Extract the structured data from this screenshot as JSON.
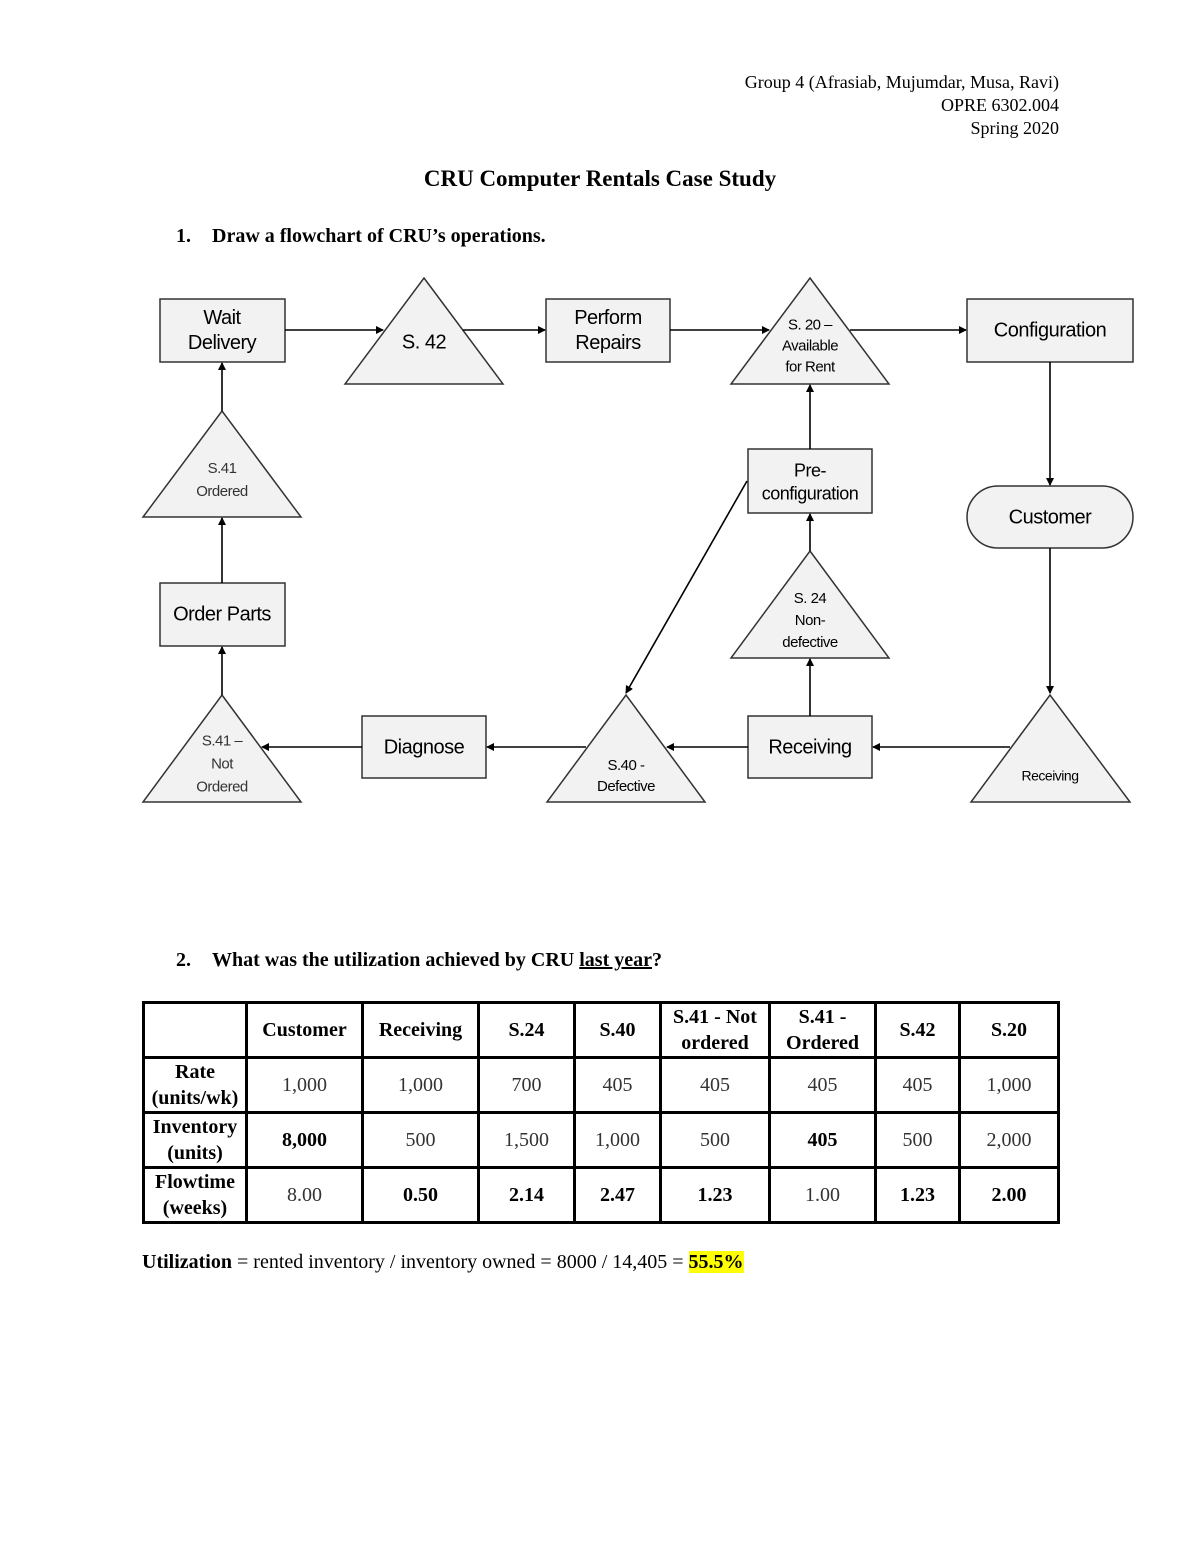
{
  "header": {
    "group": "Group 4 (Afrasiab, Mujumdar, Musa, Ravi)",
    "course": "OPRE 6302.004",
    "term": "Spring 2020"
  },
  "title": "CRU Computer Rentals Case Study",
  "question1": {
    "number": "1.",
    "text": "Draw a flowchart of CRU’s operations."
  },
  "flowchart": {
    "wait_delivery": [
      "Wait",
      "Delivery"
    ],
    "s42": "S. 42",
    "perform_repairs": [
      "Perform",
      "Repairs"
    ],
    "s20": [
      "S. 20 –",
      "Available",
      "for Rent"
    ],
    "configuration": "Configuration",
    "customer": "Customer",
    "receiving_buffer": "Receiving",
    "receiving": "Receiving",
    "s40": [
      "S.40 -",
      "Defective"
    ],
    "diagnose": "Diagnose",
    "s41_not_ordered": [
      "S.41 –",
      "Not",
      "Ordered"
    ],
    "order_parts": "Order Parts",
    "s41_ordered": [
      "S.41",
      "Ordered"
    ],
    "preconfiguration": [
      "Pre-",
      "configuration"
    ],
    "s24": [
      "S. 24",
      "Non-",
      "defective"
    ]
  },
  "question2": {
    "number": "2.",
    "text_before": "What was the utilization achieved by CRU ",
    "underlined": "last year",
    "text_after": "?"
  },
  "table": {
    "columns": [
      "",
      "Customer",
      "Receiving",
      "S.24",
      "S.40",
      "S.41 - Not ordered",
      "S.41 - Ordered",
      "S.42",
      "S.20"
    ],
    "rows": [
      {
        "label": "Rate (units/wk)",
        "cells": [
          "1,000",
          "1,000",
          "700",
          "405",
          "405",
          "405",
          "405",
          "1,000"
        ]
      },
      {
        "label": "Inventory (units)",
        "cells": [
          "8,000",
          "500",
          "1,500",
          "1,000",
          "500",
          "405",
          "500",
          "2,000"
        ]
      },
      {
        "label": "Flowtime (weeks)",
        "cells": [
          "8.00",
          "0.50",
          "2.14",
          "2.47",
          "1.23",
          "1.00",
          "1.23",
          "2.00"
        ]
      }
    ]
  },
  "utilization": {
    "label": "Utilization",
    "formula": " = rented inventory / inventory owned = 8000 / 14,405 = ",
    "result": "55.5%",
    "highlight_color": "#ffff00"
  }
}
